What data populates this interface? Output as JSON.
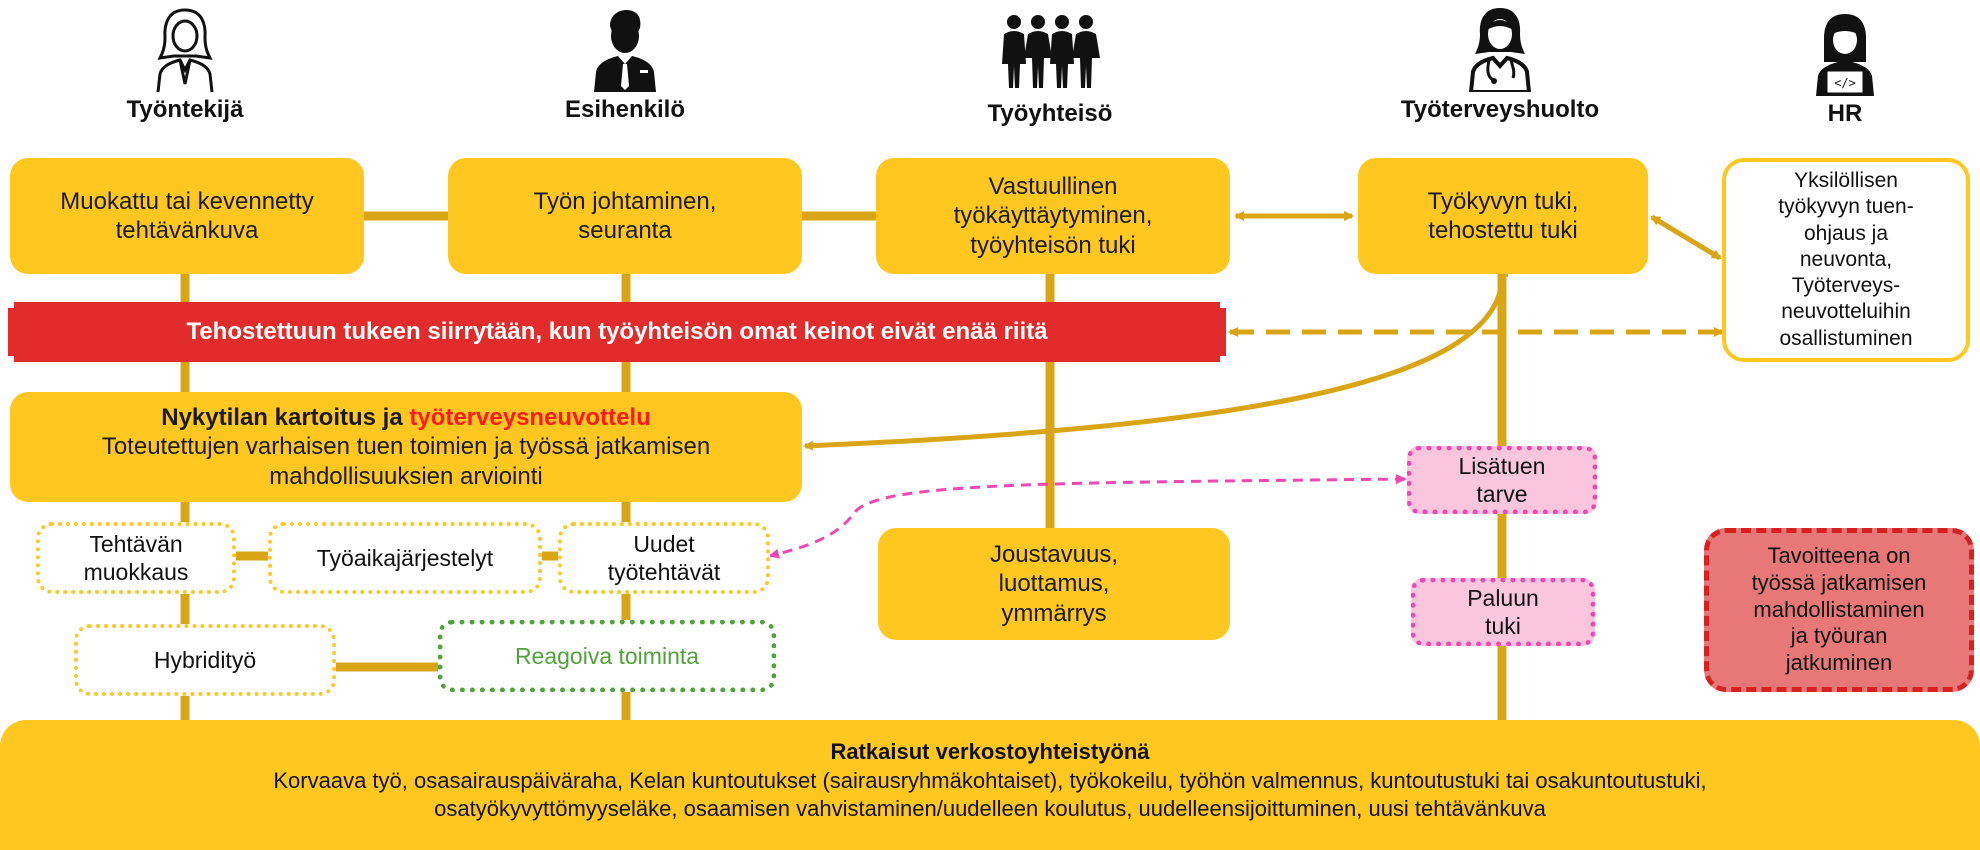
{
  "actors": [
    {
      "label": "Työntekijä",
      "icon": "woman-icon"
    },
    {
      "label": "Esihenkilö",
      "icon": "manager-icon"
    },
    {
      "label": "Työyhteisö",
      "icon": "group-icon"
    },
    {
      "label": "Työterveyshuolto",
      "icon": "nurse-icon"
    },
    {
      "label": "HR",
      "icon": "hr-laptop-icon"
    }
  ],
  "boxes": {
    "modified_tasks": [
      "Muokattu tai kevennetty",
      "tehtävänkuva"
    ],
    "leadership": [
      "Työn johtaminen,",
      "seuranta"
    ],
    "responsible_behavior": [
      "Vastuullinen",
      "työkäyttäytyminen,",
      "työyhteisön tuki"
    ],
    "work_ability_support": [
      "Työkyvyn tuki,",
      "tehostettu tuki"
    ],
    "hr_guidance": [
      "Yksilöllisen",
      "työkyvyn tuen-",
      "ohjaus ja",
      "neuvonta,",
      "Työterveys-",
      "neuvotteluihin",
      "osallistuminen"
    ],
    "banner": "Tehostettuun tukeen siirrytään, kun työyhteisön omat keinot eivät enää riitä",
    "assessment": {
      "title_prefix": "Nykytilan kartoitus ja ",
      "title_highlight": "työterveysneuvottelu",
      "lines": [
        "Toteutettujen varhaisen tuen toimien ja työssä jatkamisen",
        "mahdollisuuksien arviointi"
      ]
    },
    "task_modification": [
      "Tehtävän",
      "muokkaus"
    ],
    "working_hours": "Työaikajärjestelyt",
    "new_tasks": [
      "Uudet",
      "työtehtävät"
    ],
    "hybrid": "Hybridityö",
    "reactive": "Reagoiva toiminta",
    "flexibility": [
      "Joustavuus,",
      "luottamus,",
      "ymmärrys"
    ],
    "extra_support": [
      "Lisätuen",
      "tarve"
    ],
    "return_support": [
      "Paluun",
      "tuki"
    ],
    "goal": [
      "Tavoitteena on",
      "työssä jatkamisen",
      "mahdollistaminen",
      "ja työuran",
      "jatkuminen"
    ],
    "network": {
      "title": "Ratkaisut verkostoyhteistyönä",
      "lines": [
        "Korvaava työ, osasairauspäiväraha, Kelan kuntoutukset (sairausryhmäkohtaiset), työkokeilu, työhön valmennus, kuntoutustuki tai osakuntoutustuki,",
        "osatyökyvyttömyyseläke, osaamisen vahvistaminen/uudelleen koulutus, uudelleensijoittuminen, uusi tehtävänkuva"
      ]
    }
  },
  "colors": {
    "yellow": "#FFC720",
    "line": "#D9A514",
    "red_banner": "#E22C2C",
    "highlight_red": "#FF1A1A",
    "green": "#4FA33A",
    "pink_border": "#F046B3",
    "pink_fill": "#F9C6DD",
    "goal_fill": "#E87878",
    "goal_border": "#D72020"
  }
}
